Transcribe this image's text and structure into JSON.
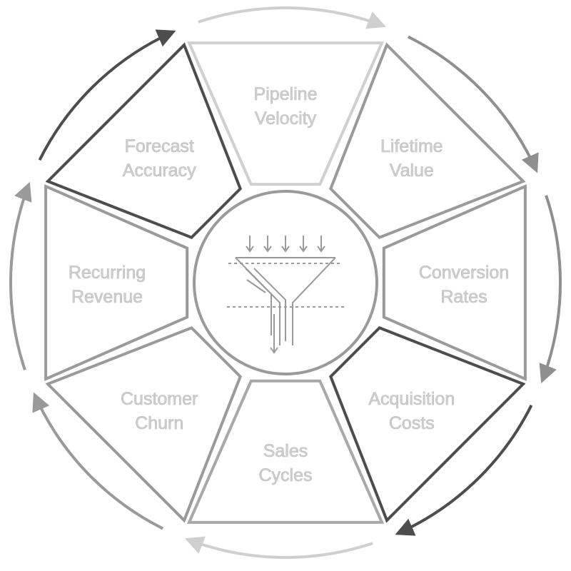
{
  "diagram": {
    "segments": [
      {
        "line1": "Pipeline",
        "line2": "Velocity",
        "fill": "#ffffff",
        "stroke": "#cfcfcf",
        "arrow_color": "#cfcfcf"
      },
      {
        "line1": "Lifetime",
        "line2": "Value",
        "fill": "#ffffff",
        "stroke": "#9a9a9a",
        "arrow_color": "#8f8f8f"
      },
      {
        "line1": "Conversion",
        "line2": "Rates",
        "fill": "#ffffff",
        "stroke": "#9a9a9a",
        "arrow_color": "#8f8f8f"
      },
      {
        "line1": "Acquisition",
        "line2": "Costs",
        "fill": "#ffffff",
        "stroke": "#4d4d4d",
        "arrow_color": "#4d4d4d"
      },
      {
        "line1": "Sales",
        "line2": "Cycles",
        "fill": "#ffffff",
        "stroke": "#a8a8a8",
        "arrow_color": "#cfcfcf"
      },
      {
        "line1": "Customer",
        "line2": "Churn",
        "fill": "#ffffff",
        "stroke": "#9a9a9a",
        "arrow_color": "#9a9a9a"
      },
      {
        "line1": "Recurring",
        "line2": "Revenue",
        "fill": "#ffffff",
        "stroke": "#9a9a9a",
        "arrow_color": "#9a9a9a"
      },
      {
        "line1": "Forecast",
        "line2": "Accuracy",
        "fill": "#ffffff",
        "stroke": "#4d4d4d",
        "arrow_color": "#4d4d4d"
      }
    ],
    "center": {
      "icon": "funnel-icon",
      "stroke": "#9a9a9a"
    }
  }
}
